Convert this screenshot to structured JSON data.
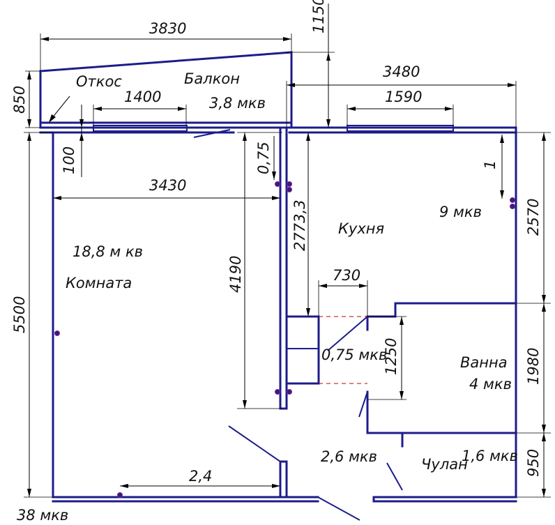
{
  "dimensions": {
    "d3830": "3830",
    "d1150": "1150",
    "d850": "850",
    "d1400": "1400",
    "d3480": "3480",
    "d1590": "1590",
    "d100": "100",
    "d0_75": "0,75",
    "d1": "1",
    "d3430": "3430",
    "d2773_3": "2773,3",
    "d2570": "2570",
    "d4190": "4190",
    "d5500": "5500",
    "d730": "730",
    "d1250": "1250",
    "d1980": "1980",
    "d2_4": "2,4",
    "d950": "950"
  },
  "labels": {
    "otkos": "Откос",
    "balkon": "Балкон",
    "balkon_area": "3,8 мкв",
    "kitchen_area": "9 мкв",
    "kitchen": "Кухня",
    "room_area": "18,8 м кв",
    "room": "Комната",
    "bath_small_area": "0,75 мкв",
    "bath": "Ванна",
    "bath_area": "4 мкв",
    "hall_area": "2,6 мкв",
    "closet": "Чулан",
    "closet_area": "1,6 мкв",
    "total_area": "38 мкв"
  },
  "colors": {
    "wall": "#1c1c8c",
    "dimension": "#000000",
    "hidden_line": "#c00000",
    "socket": "#3a1a7a"
  }
}
